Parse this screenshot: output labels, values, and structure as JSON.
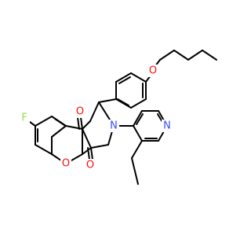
{
  "atoms": {
    "F": {
      "symbol": "F",
      "color": "#90e050"
    },
    "O_ketone": {
      "symbol": "O",
      "color": "#ff0d0d"
    },
    "O_ring": {
      "symbol": "O",
      "color": "#ff0d0d"
    },
    "O_amide": {
      "symbol": "O",
      "color": "#ff0d0d"
    },
    "O_ether": {
      "symbol": "O",
      "color": "#ff0d0d"
    },
    "N_lactam": {
      "symbol": "N",
      "color": "#3050f8"
    },
    "N_pyridine": {
      "symbol": "N",
      "color": "#3050f8"
    }
  }
}
